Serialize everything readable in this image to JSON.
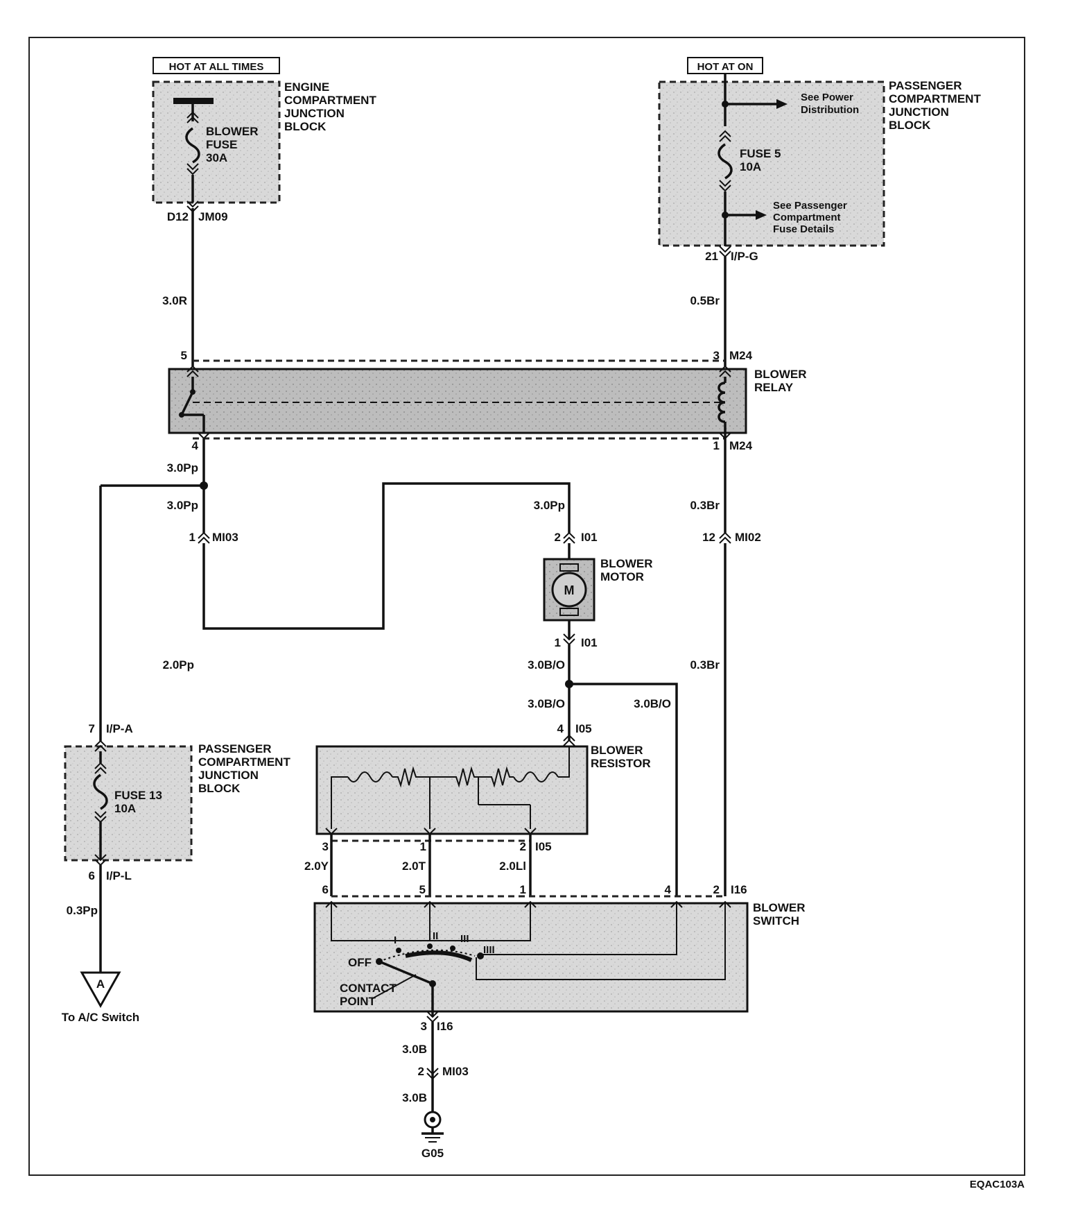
{
  "diagram_id": "EQAC103A",
  "power_labels": {
    "hot_at_all_times": "HOT AT ALL TIMES",
    "hot_at_on": "HOT AT ON"
  },
  "engine_junction_block": {
    "line1": "ENGINE",
    "line2": "COMPARTMENT",
    "line3": "JUNCTION",
    "line4": "BLOCK"
  },
  "blower_fuse": {
    "line1": "BLOWER",
    "line2": "FUSE",
    "line3": "30A"
  },
  "passenger_junction_block_top": {
    "line1": "PASSENGER",
    "line2": "COMPARTMENT",
    "line3": "JUNCTION",
    "line4": "BLOCK"
  },
  "fuse5": {
    "line1": "FUSE 5",
    "line2": "10A"
  },
  "see_power": {
    "line1": "See Power",
    "line2": "Distribution"
  },
  "see_passenger": {
    "line1": "See Passenger",
    "line2": "Compartment",
    "line3": "Fuse Details"
  },
  "connectors": {
    "d12": "D12",
    "jm09": "JM09",
    "c21": "21",
    "ipg": "I/P-G",
    "c5": "5",
    "c3": "3",
    "m24a": "M24",
    "c4": "4",
    "c1": "1",
    "m24b": "M24",
    "mi03_pin": "1",
    "mi03": "MI03",
    "i01_pin2": "2",
    "i01a": "I01",
    "mi02_pin": "12",
    "mi02": "MI02",
    "i01_pin1": "1",
    "i01b": "I01",
    "i05_pin4": "4",
    "i05a": "I05",
    "ipa_pin": "7",
    "ipa": "I/P-A",
    "ipl_pin": "6",
    "ipl": "I/P-L",
    "r3": "3",
    "r1": "1",
    "r2": "2",
    "i05b": "I05",
    "s6": "6",
    "s5": "5",
    "s1": "1",
    "s4": "4",
    "s2": "2",
    "i16a": "I16",
    "s3": "3",
    "i16b": "I16",
    "mi03b_pin": "2",
    "mi03b": "MI03"
  },
  "wires": {
    "w_3_0r": "3.0R",
    "w_0_5br": "0.5Br",
    "w_3_0pp_a": "3.0Pp",
    "w_3_0pp_b": "3.0Pp",
    "w_3_0pp_c": "3.0Pp",
    "w_0_3br_a": "0.3Br",
    "w_2_0pp": "2.0Pp",
    "w_3_0bo_a": "3.0B/O",
    "w_0_3br_b": "0.3Br",
    "w_3_0bo_b": "3.0B/O",
    "w_3_0bo_c": "3.0B/O",
    "w_2_0y": "2.0Y",
    "w_2_0t": "2.0T",
    "w_2_0li": "2.0Ll",
    "w_0_3pp": "0.3Pp",
    "w_3_0b_a": "3.0B",
    "w_3_0b_b": "3.0B"
  },
  "blower_relay": {
    "line1": "BLOWER",
    "line2": "RELAY"
  },
  "blower_motor": {
    "line1": "BLOWER",
    "line2": "MOTOR",
    "symbol": "M"
  },
  "blower_resistor": {
    "line1": "BLOWER",
    "line2": "RESISTOR"
  },
  "passenger_junction_block_left": {
    "line1": "PASSENGER",
    "line2": "COMPARTMENT",
    "line3": "JUNCTION",
    "line4": "BLOCK"
  },
  "fuse13": {
    "line1": "FUSE 13",
    "line2": "10A"
  },
  "blower_switch": {
    "line1": "BLOWER",
    "line2": "SWITCH",
    "off": "OFF",
    "pos1": "I",
    "pos2": "II",
    "pos3": "III",
    "pos4": "IIII",
    "contact1": "CONTACT",
    "contact2": "POINT"
  },
  "terminal_a": {
    "letter": "A",
    "caption": "To A/C Switch"
  },
  "ground": {
    "label": "G05"
  }
}
